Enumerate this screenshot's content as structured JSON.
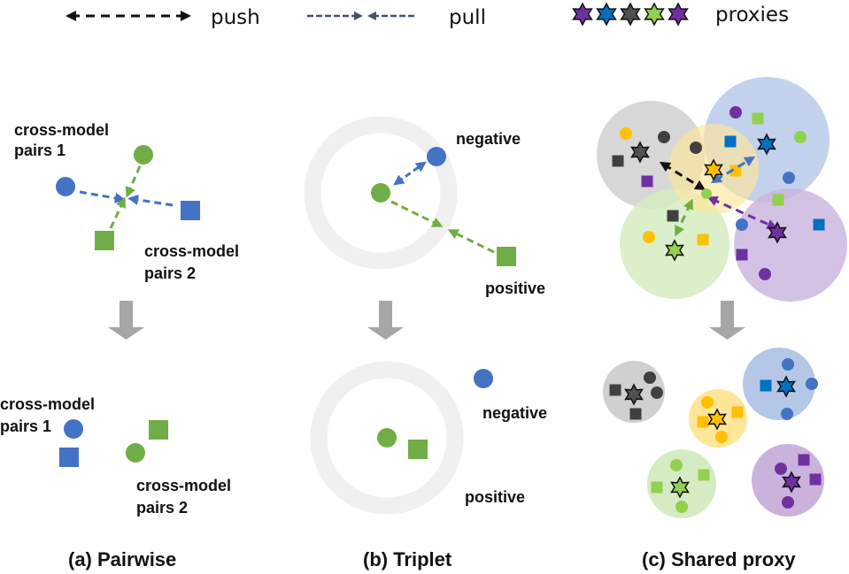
{
  "legend": {
    "push_label": "push",
    "pull_label": "pull",
    "proxies_label": "proxies",
    "proxy_colors": [
      "#7030a0",
      "#0070c0",
      "#505050",
      "#92d050",
      "#7030a0"
    ]
  },
  "colors": {
    "blue": "#4472c4",
    "green": "#70ad47",
    "gray_arrow": "#a6a6a6",
    "ring": "#f0f0f0",
    "cluster_gray": "#d0d0d0",
    "cluster_yellow": "#ffe699",
    "cluster_blue": "#b4c7e7",
    "cluster_green": "#d5ecc2",
    "cluster_purple": "#c9b3dd",
    "dark": "#404040",
    "yellow": "#ffc000",
    "purple": "#7030a0",
    "proxy_blue": "#0070c0",
    "lime": "#92d050"
  },
  "pairwise": {
    "before": {
      "label1_line1": "cross-model",
      "label1_line2": "pairs 1",
      "label2_line1": "cross-model",
      "label2_line2": "pairs 2"
    },
    "after": {
      "label1_line1": "cross-model",
      "label1_line2": "pairs 1",
      "label2_line1": "cross-model",
      "label2_line2": "pairs 2"
    },
    "caption": "(a) Pairwise"
  },
  "triplet": {
    "before": {
      "negative": "negative",
      "positive": "positive"
    },
    "after": {
      "negative": "negative",
      "positive": "positive"
    },
    "caption": "(b) Triplet"
  },
  "shared_proxy": {
    "caption": "(c) Shared proxy"
  }
}
